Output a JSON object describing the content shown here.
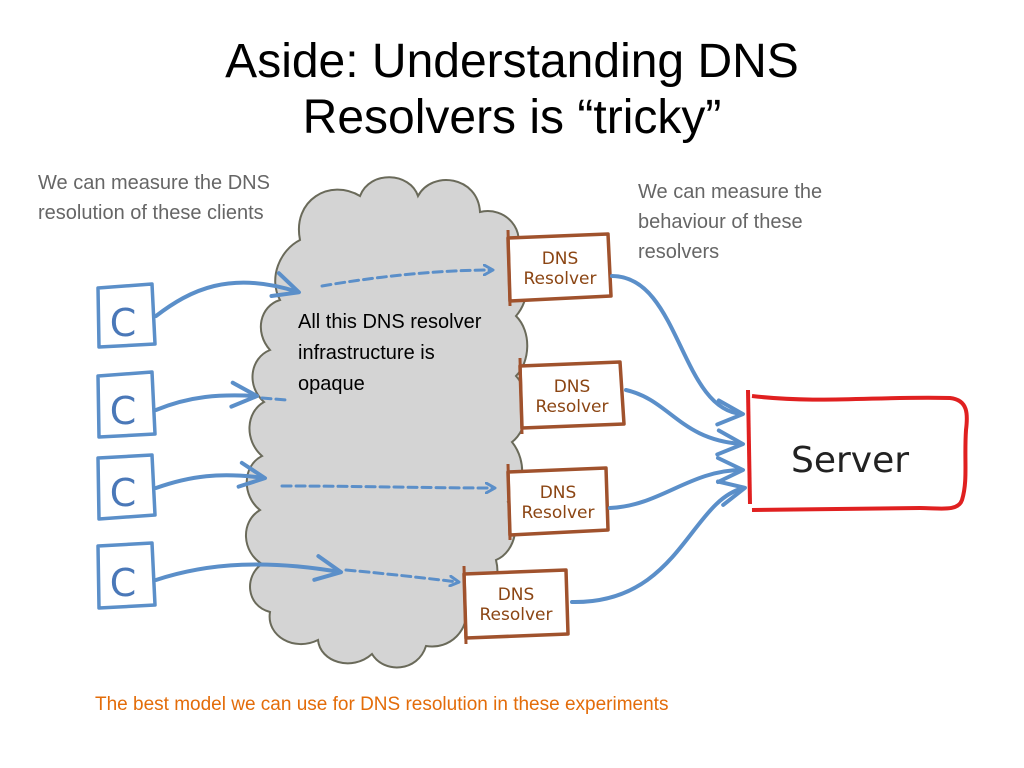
{
  "title_line1": "Aside: Understanding DNS",
  "title_line2": "Resolvers is “tricky”",
  "clients_note": "We can measure the DNS resolution of these clients",
  "resolvers_note": "We can measure the behaviour of these resolvers",
  "cloud_note": "All this DNS resolver infrastructure is opaque",
  "bottom_note": "The best model we can use for DNS resolution in these experiments",
  "client_label": "C",
  "resolver_label_line1": "DNS",
  "resolver_label_line2": "Resolver",
  "server_label": "Server",
  "colors": {
    "arrow": "#5b8fc9",
    "resolver_box": "#a0522d",
    "server_box": "#e02020",
    "cloud_fill": "#d4d4d4",
    "cloud_stroke": "#6a6a5a",
    "bottom_note": "#e36c09",
    "note_gray": "#666666"
  }
}
